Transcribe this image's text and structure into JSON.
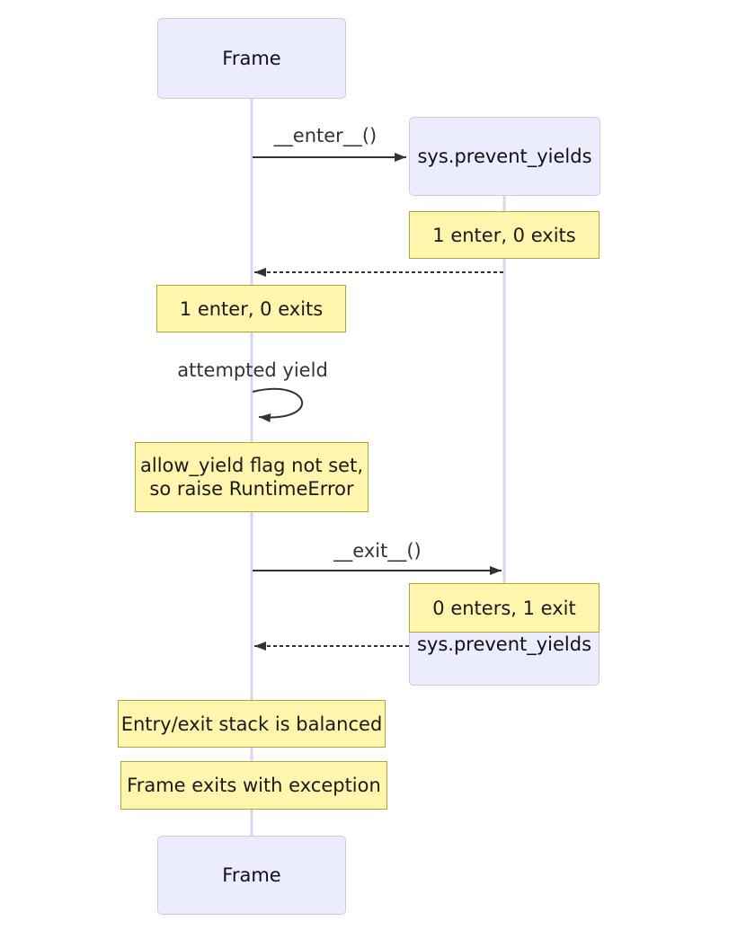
{
  "diagram": {
    "type": "sequence",
    "participants": [
      {
        "id": "frame",
        "label": "Frame"
      },
      {
        "id": "sys_prevent_yields",
        "label": "sys.prevent_yields"
      }
    ],
    "messages": [
      {
        "from": "Frame",
        "to": "sys.prevent_yields",
        "label": "__enter__()",
        "line": "solid"
      },
      {
        "from": "sys.prevent_yields",
        "to": "Frame",
        "label": "",
        "line": "dashed"
      },
      {
        "from": "Frame",
        "to": "Frame",
        "label": "attempted yield",
        "line": "self-loop"
      },
      {
        "from": "Frame",
        "to": "sys.prevent_yields",
        "label": "__exit__()",
        "line": "solid"
      },
      {
        "from": "sys.prevent_yields",
        "to": "Frame",
        "label": "",
        "line": "dashed"
      }
    ],
    "notes": [
      {
        "text": "1 enter, 0 exits",
        "over": "sys.prevent_yields"
      },
      {
        "text": "1 enter, 0 exits",
        "over": "Frame"
      },
      {
        "text": "allow_yield flag not set,\nso raise RuntimeError",
        "over": "Frame"
      },
      {
        "text": "0 enters, 1 exit",
        "over": "sys.prevent_yields"
      },
      {
        "text": "Entry/exit stack is balanced",
        "over": "Frame"
      },
      {
        "text": "Frame exits with exception",
        "over": "Frame"
      }
    ],
    "colors": {
      "actor_fill": "#ECECFF",
      "actor_border": "#CFC9E8",
      "note_fill": "#FFF5AD",
      "note_border": "#AAAA33",
      "message_line": "#333333",
      "lifeline": "#D8D4EC",
      "text": "#1A1A1A"
    }
  }
}
